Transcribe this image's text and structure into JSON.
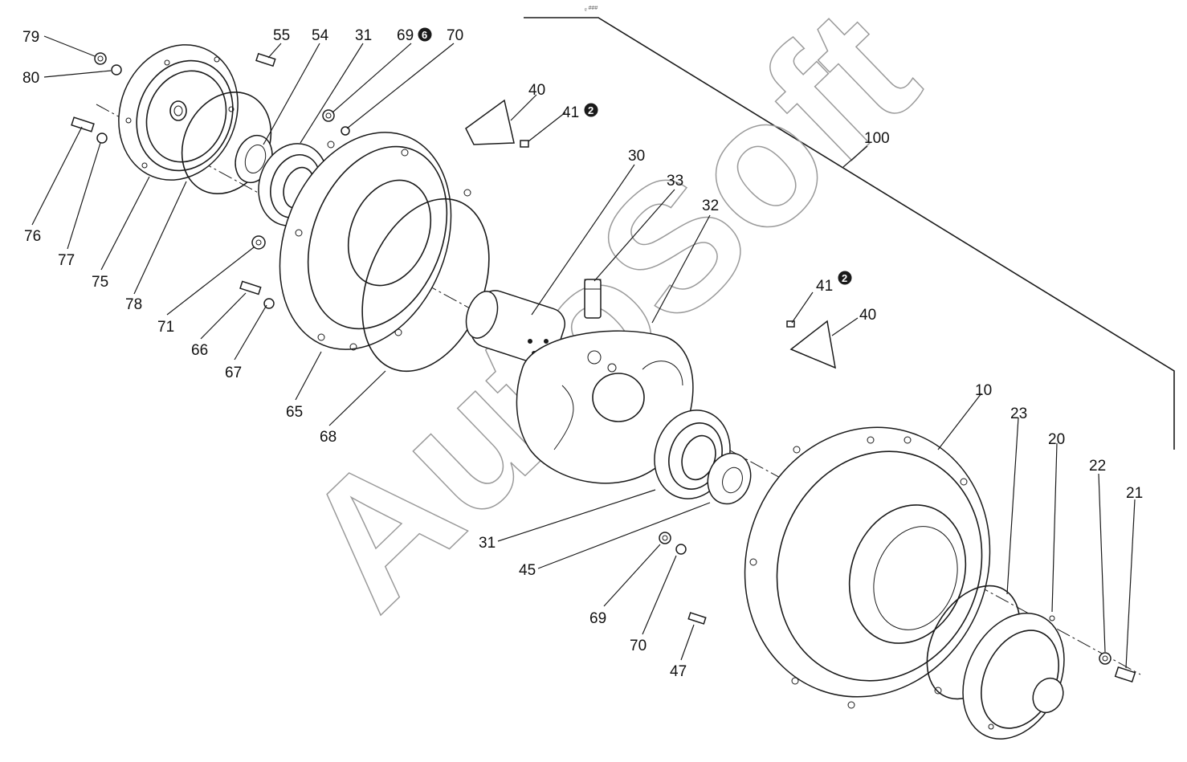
{
  "drawing": {
    "stamp": "ᵨ ###",
    "watermark": "AutoSoft",
    "callouts": {
      "c79": "79",
      "c80": "80",
      "c55": "55",
      "c54": "54",
      "c31a": "31",
      "c69a": "69",
      "c70a": "70",
      "c40a": "40",
      "c41a": "41",
      "c100": "100",
      "c30": "30",
      "c33": "33",
      "c32": "32",
      "c41b": "41",
      "c40b": "40",
      "c76": "76",
      "c77": "77",
      "c75": "75",
      "c78": "78",
      "c71": "71",
      "c66": "66",
      "c67": "67",
      "c65": "65",
      "c68": "68",
      "c10": "10",
      "c23": "23",
      "c20": "20",
      "c22": "22",
      "c21": "21",
      "c31b": "31",
      "c45": "45",
      "c69b": "69",
      "c70b": "70",
      "c47": "47"
    },
    "badges": {
      "b69": "6",
      "b41a": "2",
      "b41b": "2"
    }
  }
}
